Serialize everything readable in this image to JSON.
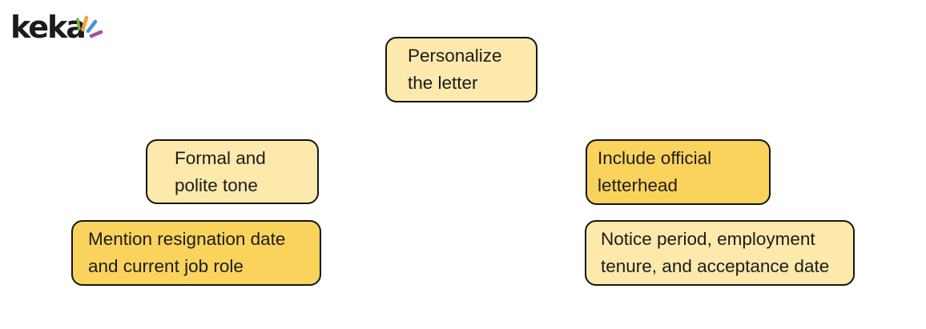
{
  "logo": {
    "text": "keka",
    "color": "#1b1b1b",
    "spark_colors": {
      "green": "#76b041",
      "orange": "#f3a33c",
      "blue": "#4a90d2",
      "purple": "#a5539d"
    }
  },
  "palette": {
    "page_bg": "#ffffff",
    "light_box_bg": "#fce9ab",
    "dark_box_bg": "#fad35d",
    "box_border": "#151515",
    "box_text": "#1c1c1c"
  },
  "boxes": [
    {
      "id": "personalize-letter",
      "variant": "light",
      "lines": [
        "Personalize",
        "the letter"
      ]
    },
    {
      "id": "formal-polite-tone",
      "variant": "light",
      "lines": [
        "Formal and",
        "polite tone"
      ]
    },
    {
      "id": "include-official-letterhead",
      "variant": "dark",
      "lines": [
        "Include official",
        "letterhead"
      ]
    },
    {
      "id": "mention-resignation-date",
      "variant": "dark",
      "lines": [
        "Mention resignation date",
        "and current job role"
      ]
    },
    {
      "id": "notice-period-details",
      "variant": "light",
      "lines": [
        "Notice period, employment",
        "tenure, and acceptance date"
      ]
    }
  ]
}
